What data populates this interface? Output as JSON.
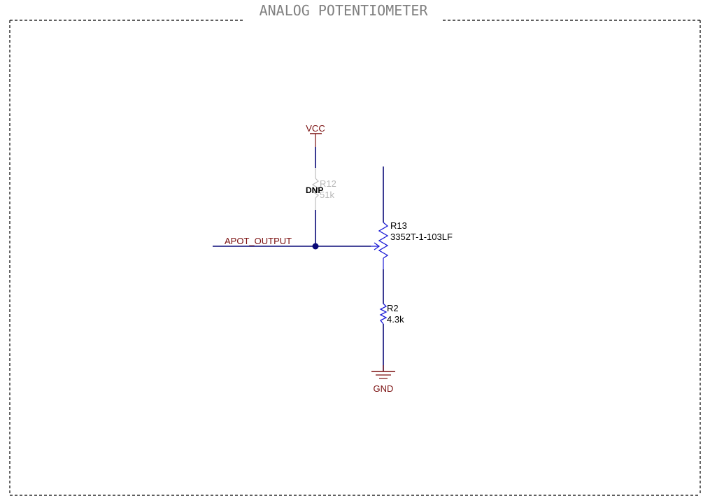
{
  "sheet": {
    "title": "ANALOG POTENTIOMETER"
  },
  "power": {
    "vcc_label": "VCC",
    "gnd_label": "GND"
  },
  "net": {
    "label": "APOT_OUTPUT"
  },
  "components": {
    "r12": {
      "ref": "R12",
      "value": "51k",
      "flag": "DNP"
    },
    "r13": {
      "ref": "R13",
      "value": "3352T-1-103LF"
    },
    "r2": {
      "ref": "R2",
      "value": "4.3k"
    }
  },
  "colors": {
    "wire": "#0a0a78",
    "resistor": "#1a1ad6",
    "power_symbol": "#7a0f0f",
    "border": "#000000",
    "dnp_part": "#bdbdbd"
  }
}
